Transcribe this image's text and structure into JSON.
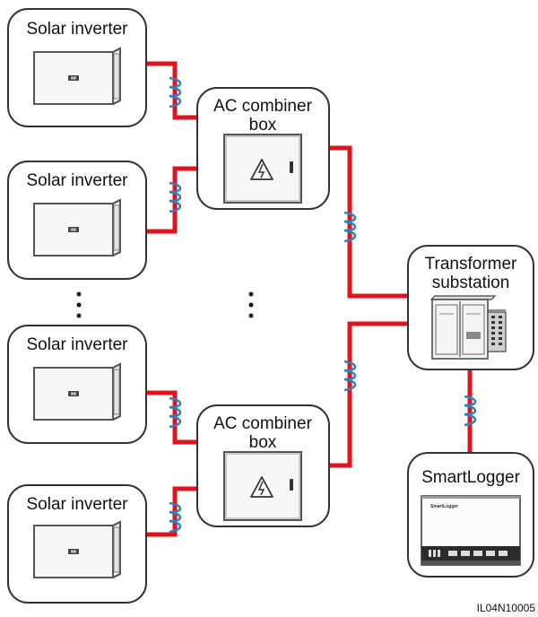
{
  "nodes": {
    "inverter_1": {
      "label": "Solar inverter"
    },
    "inverter_2": {
      "label": "Solar inverter"
    },
    "inverter_3": {
      "label": "Solar inverter"
    },
    "inverter_4": {
      "label": "Solar inverter"
    },
    "combiner_1": {
      "label_line1": "AC combiner",
      "label_line2": "box"
    },
    "combiner_2": {
      "label_line1": "AC combiner",
      "label_line2": "box"
    },
    "transformer": {
      "label_line1": "Transformer",
      "label_line2": "substation"
    },
    "smartlogger": {
      "label": "SmartLogger",
      "screen_brand": "SmartLogger"
    }
  },
  "figure_id": "IL04N10005",
  "colors": {
    "ac_cable": "#e0141e",
    "comm_coil": "#2e7fc0",
    "box_stroke": "#555555"
  },
  "icons": {
    "high_voltage": "lightning-bolt-triangle",
    "ellipsis": "vertical-dots"
  }
}
